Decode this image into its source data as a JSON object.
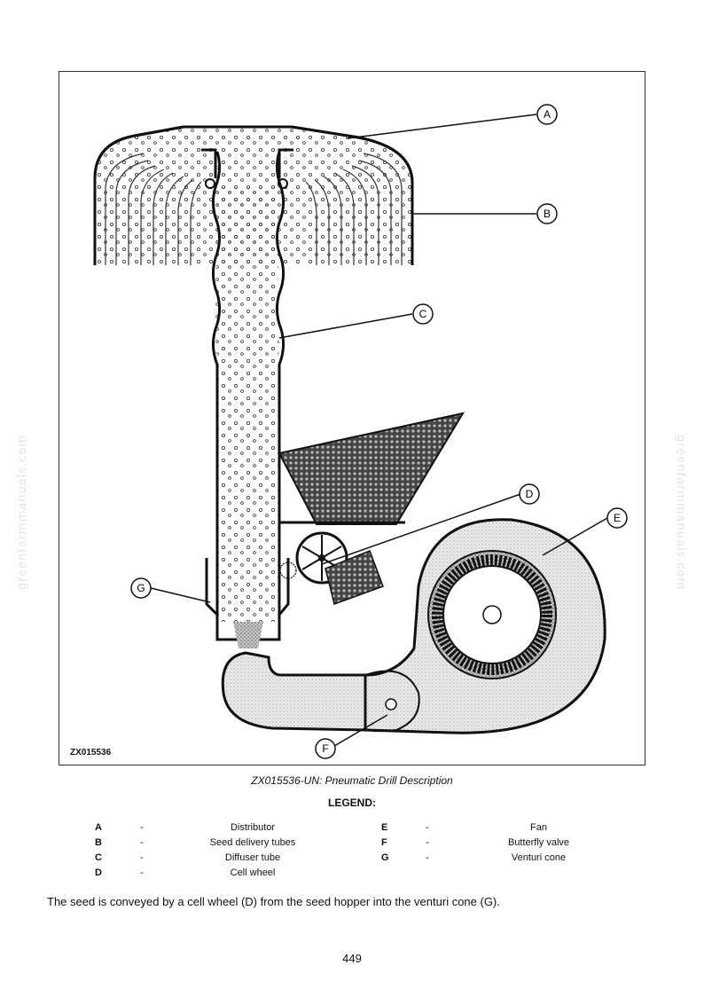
{
  "watermark": "greenfarmmanuals.com",
  "figure": {
    "code": "ZX015536",
    "callouts": [
      "A",
      "B",
      "C",
      "D",
      "E",
      "F",
      "G"
    ]
  },
  "caption": "ZX015536-UN: Pneumatic Drill Description",
  "legend": {
    "title": "LEGEND:",
    "left": [
      {
        "letter": "A",
        "dash": "-",
        "desc": "Distributor"
      },
      {
        "letter": "B",
        "dash": "-",
        "desc": "Seed delivery tubes"
      },
      {
        "letter": "C",
        "dash": "-",
        "desc": "Diffuser tube"
      },
      {
        "letter": "D",
        "dash": "-",
        "desc": "Cell wheel"
      }
    ],
    "right": [
      {
        "letter": "E",
        "dash": "-",
        "desc": "Fan"
      },
      {
        "letter": "F",
        "dash": "-",
        "desc": "Butterfly valve"
      },
      {
        "letter": "G",
        "dash": "-",
        "desc": "Venturi cone"
      }
    ]
  },
  "body_text": "The seed is conveyed by a cell wheel (D) from the seed hopper into the venturi cone (G).",
  "page_number": "449"
}
